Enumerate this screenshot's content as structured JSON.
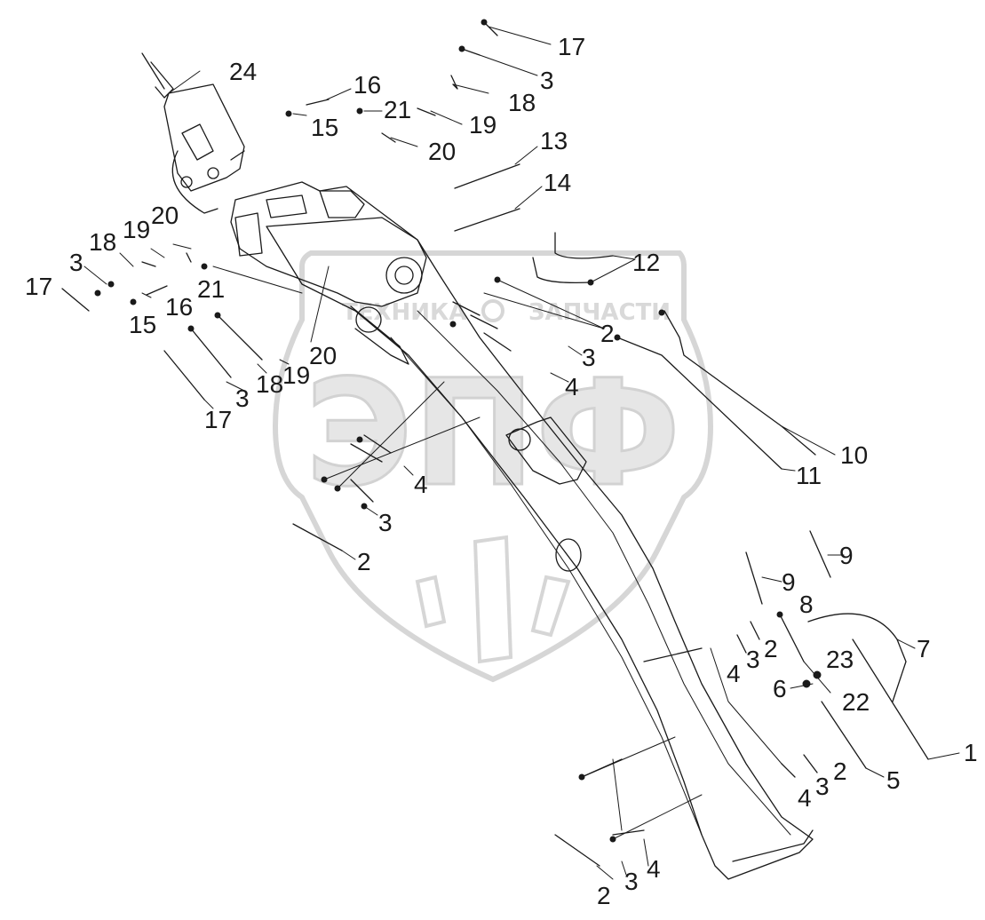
{
  "watermark": {
    "brand_left": "ТЕХНИКА",
    "brand_right": "ЗАПЧАСТИ",
    "letters": "ЭПФ"
  },
  "callouts": [
    {
      "id": "c24",
      "label": "24"
    },
    {
      "id": "c16a",
      "label": "16"
    },
    {
      "id": "c21a",
      "label": "21"
    },
    {
      "id": "c15a",
      "label": "15"
    },
    {
      "id": "c19a",
      "label": "19"
    },
    {
      "id": "c20a",
      "label": "20"
    },
    {
      "id": "c17a",
      "label": "17"
    },
    {
      "id": "c3a",
      "label": "3"
    },
    {
      "id": "c18a",
      "label": "18"
    },
    {
      "id": "c13",
      "label": "13"
    },
    {
      "id": "c14",
      "label": "14"
    },
    {
      "id": "c12",
      "label": "12"
    },
    {
      "id": "c20b",
      "label": "20"
    },
    {
      "id": "c19b",
      "label": "19"
    },
    {
      "id": "c18b",
      "label": "18"
    },
    {
      "id": "c3b",
      "label": "3"
    },
    {
      "id": "c17b",
      "label": "17"
    },
    {
      "id": "c21b",
      "label": "21"
    },
    {
      "id": "c16b",
      "label": "16"
    },
    {
      "id": "c15b",
      "label": "15"
    },
    {
      "id": "c20c",
      "label": "20"
    },
    {
      "id": "c19c",
      "label": "19"
    },
    {
      "id": "c18c",
      "label": "18"
    },
    {
      "id": "c3c",
      "label": "3"
    },
    {
      "id": "c17c",
      "label": "17"
    },
    {
      "id": "c2a",
      "label": "2"
    },
    {
      "id": "c3d",
      "label": "3"
    },
    {
      "id": "c4a",
      "label": "4"
    },
    {
      "id": "c4b",
      "label": "4"
    },
    {
      "id": "c3e",
      "label": "3"
    },
    {
      "id": "c2b",
      "label": "2"
    },
    {
      "id": "c10",
      "label": "10"
    },
    {
      "id": "c11",
      "label": "11"
    },
    {
      "id": "c9a",
      "label": "9"
    },
    {
      "id": "c9b",
      "label": "9"
    },
    {
      "id": "c8",
      "label": "8"
    },
    {
      "id": "c7",
      "label": "7"
    },
    {
      "id": "c2c",
      "label": "2"
    },
    {
      "id": "c3f",
      "label": "3"
    },
    {
      "id": "c4c",
      "label": "4"
    },
    {
      "id": "c23",
      "label": "23"
    },
    {
      "id": "c6",
      "label": "6"
    },
    {
      "id": "c22",
      "label": "22"
    },
    {
      "id": "c1",
      "label": "1"
    },
    {
      "id": "c5",
      "label": "5"
    },
    {
      "id": "c2d",
      "label": "2"
    },
    {
      "id": "c3g",
      "label": "3"
    },
    {
      "id": "c4d",
      "label": "4"
    },
    {
      "id": "c2e",
      "label": "2"
    },
    {
      "id": "c3h",
      "label": "3"
    },
    {
      "id": "c4e",
      "label": "4"
    }
  ]
}
